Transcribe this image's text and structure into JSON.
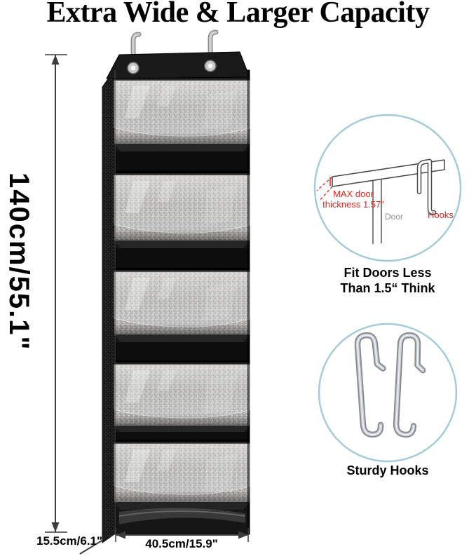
{
  "title": "Extra Wide & Larger Capacity",
  "dimensions": {
    "height": "140cm/55.1\"",
    "depth": "15.5cm/6.1\"",
    "width": "40.5cm/15.9\""
  },
  "door_diagram": {
    "note_line1": "MAX door",
    "note_line2": "thickness 1.57\"",
    "door_label": "Door",
    "hooks_label": "Hooks",
    "caption_line1": "Fit Doors Less",
    "caption_line2": "Than 1.5“ Think"
  },
  "hooks_diagram": {
    "caption": "Sturdy Hooks"
  },
  "icons": {
    "hanging_hook": "over-door-hook-icon",
    "grommet": "grommet-icon"
  },
  "colors": {
    "annotation_red": "#e8231d",
    "circle_outline_blue": "#a5cbd9",
    "text_black": "#000000",
    "door_label_gray": "#909090"
  }
}
